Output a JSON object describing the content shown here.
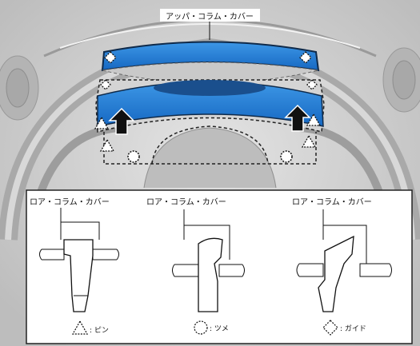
{
  "labels": {
    "upper_cover": "アッパ・コラム・カバー",
    "lower_cover_1": "ロア・コラム・カバー",
    "lower_cover_2": "ロア・コラム・カバー",
    "lower_cover_3": "ロア・コラム・カバー"
  },
  "legend": {
    "pin": ": ピン",
    "claw": ": ツメ",
    "guide": ": ガイド"
  },
  "colors": {
    "cover_fill": "#1e7fd6",
    "photo_bg": "#cfcfcf",
    "detail_bg": "#ffffff"
  },
  "icons": [
    "pin-triangle-icon",
    "claw-circle-icon",
    "guide-diamond-icon",
    "up-arrow-icon"
  ]
}
